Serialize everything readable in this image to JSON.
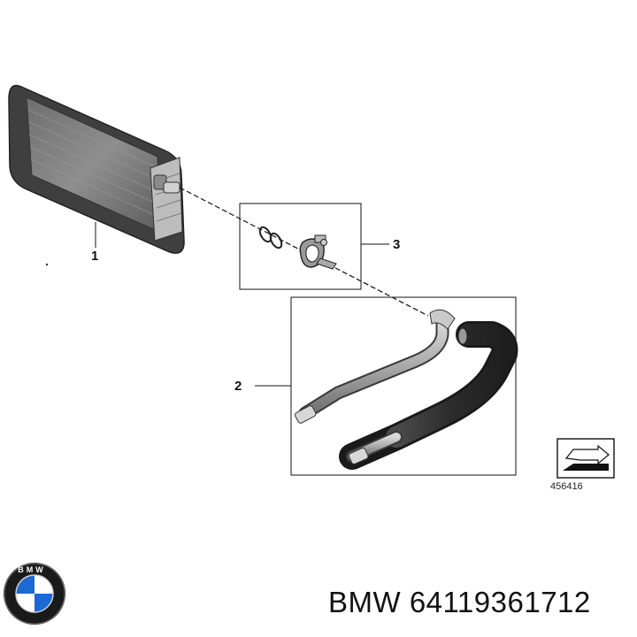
{
  "diagram": {
    "callouts": [
      "1",
      "2",
      "3"
    ],
    "reference_number": "456416"
  },
  "brand": {
    "logo_text": "BMW",
    "part_label": "BMW 64119361712",
    "logo_colors": {
      "blue": "#1c69d4",
      "white": "#ffffff",
      "ring": "#1a1a1a"
    }
  }
}
